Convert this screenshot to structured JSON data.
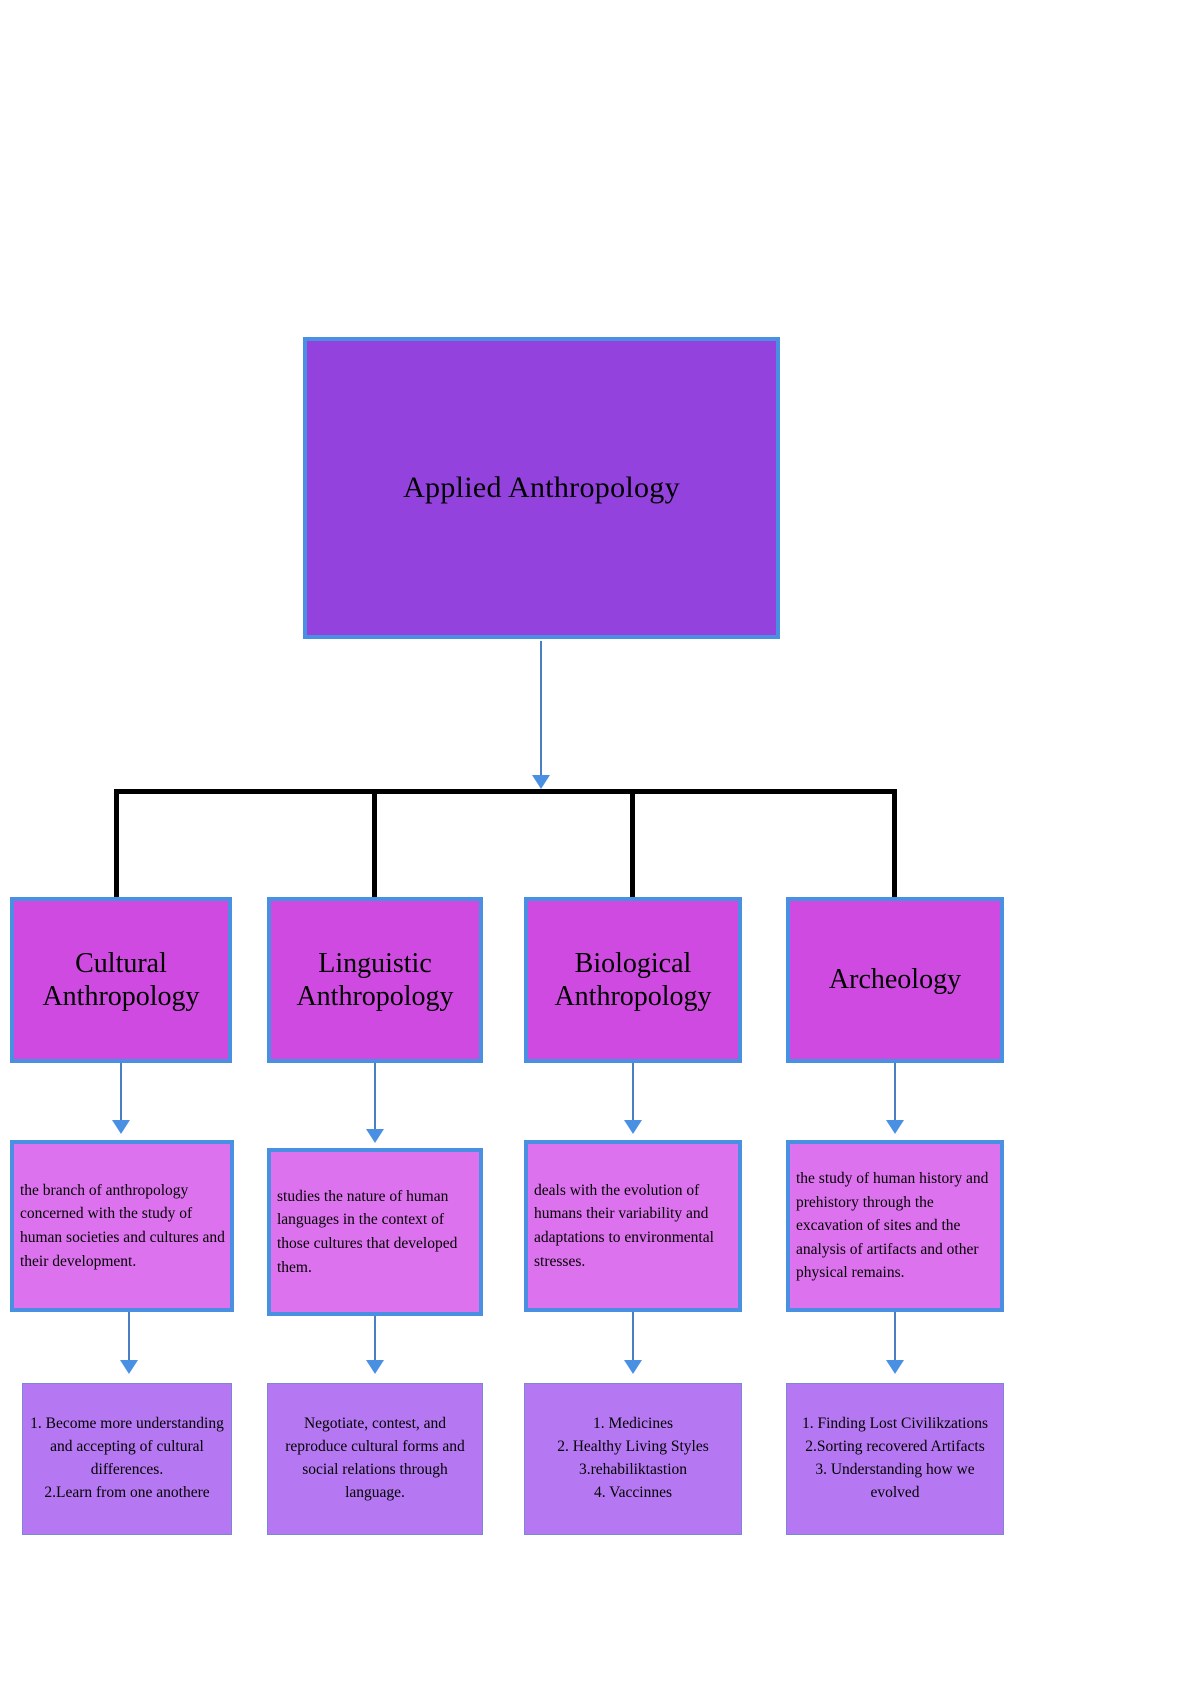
{
  "diagram": {
    "title": "Applied Anthropology",
    "root": {
      "label": "Applied Anthropology"
    },
    "branches": [
      {
        "name": "Cultural Anthropology",
        "label": "Cultural\nAnthropology",
        "description": "the branch of anthropology concerned with the study of human societies and cultures and their development.",
        "applications": "1. Become more understanding and accepting of cultural differences.\n2.Learn from one anothere"
      },
      {
        "name": "Linguistic Anthropology",
        "label": "Linguistic\nAnthropology",
        "description": "studies the nature of human languages in the context of those cultures that developed them.",
        "applications": "Negotiate, contest, and reproduce cultural forms and social relations through language."
      },
      {
        "name": "Biological Anthropology",
        "label": "Biological\nAnthropology",
        "description": "deals with the evolution of humans their variability and adaptations to environmental stresses.",
        "applications": "1. Medicines\n2. Healthy Living Styles\n3.rehabiliktastion\n4. Vaccinnes"
      },
      {
        "name": "Archeology",
        "label": "Archeology",
        "description": "the study of human history and prehistory through the excavation of sites and the analysis of artifacts and other physical remains.",
        "applications": "1. Finding Lost Civilikzations\n2.Sorting recovered Artifacts\n3. Understanding how we evolved"
      }
    ],
    "colors": {
      "root_fill": "#9442dd",
      "branch_fill": "#cf4ae0",
      "description_fill": "#dd72ee",
      "application_fill": "#b678f2",
      "box_border": "#4a90e2",
      "connector_blue": "#4a7fc1",
      "connector_black": "#000000",
      "background": "#ffffff",
      "text": "#000000"
    }
  }
}
